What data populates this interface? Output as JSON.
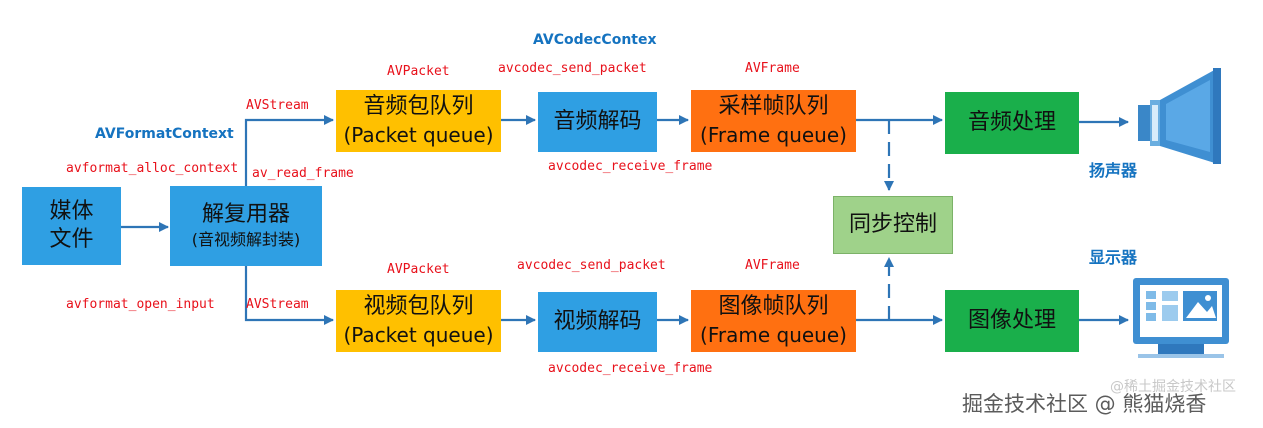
{
  "boxes": {
    "media_file": {
      "line1": "媒体",
      "line2": "文件"
    },
    "demuxer": {
      "title": "解复用器",
      "subtitle": "(音视频解封装)"
    },
    "audio_packet_queue": {
      "title": "音频包队列",
      "subtitle": "(Packet queue)"
    },
    "video_packet_queue": {
      "title": "视频包队列",
      "subtitle": "(Packet queue)"
    },
    "audio_decode": {
      "title": "音频解码"
    },
    "video_decode": {
      "title": "视频解码"
    },
    "audio_frame_queue": {
      "title": "采样帧队列",
      "subtitle": "(Frame queue)"
    },
    "video_frame_queue": {
      "title": "图像帧队列",
      "subtitle": "(Frame queue)"
    },
    "sync_control": {
      "title": "同步控制"
    },
    "audio_process": {
      "title": "音频处理"
    },
    "video_process": {
      "title": "图像处理"
    }
  },
  "labels": {
    "avformat_context": "AVFormatContext",
    "avformat_alloc_context": "avformat_alloc_context",
    "avformat_open_input": "avformat_open_input",
    "av_read_frame": "av_read_frame",
    "avstream_top": "AVStream",
    "avstream_bottom": "AVStream",
    "avpacket_top": "AVPacket",
    "avpacket_bottom": "AVPacket",
    "avcodec_context": "AVCodecContex",
    "send_packet_top": "avcodec_send_packet",
    "send_packet_bottom": "avcodec_send_packet",
    "receive_frame_top": "avcodec_receive_frame",
    "receive_frame_bottom": "avcodec_receive_frame",
    "avframe_top": "AVFrame",
    "avframe_bottom": "AVFrame",
    "speaker": "扬声器",
    "display": "显示器"
  },
  "icons": [
    "speaker-icon",
    "monitor-icon"
  ],
  "colors": {
    "blue_box": "#2f9fe3",
    "yellow_box": "#ffc000",
    "orange_box": "#ff7011",
    "green_box": "#1aaf4b",
    "sync_box": "#9fd28a",
    "arrow": "#2e75b6",
    "api_label": "#e8111b",
    "context_label": "#1573c0"
  },
  "watermark": {
    "text": "掘金技术社区 @ 熊猫烧香",
    "ghost": "@稀土掘金技术社区"
  }
}
